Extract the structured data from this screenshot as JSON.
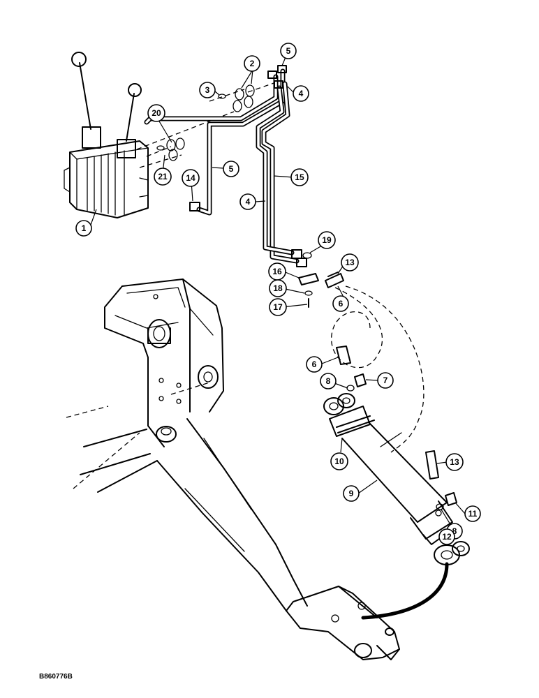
{
  "diagram": {
    "figure_id": "B860776B",
    "callouts": [
      "1",
      "2",
      "3",
      "4",
      "5",
      "4",
      "5",
      "6",
      "6",
      "7",
      "8",
      "8",
      "9",
      "10",
      "11",
      "12",
      "13",
      "13",
      "14",
      "15",
      "16",
      "17",
      "18",
      "19",
      "20",
      "21"
    ]
  }
}
